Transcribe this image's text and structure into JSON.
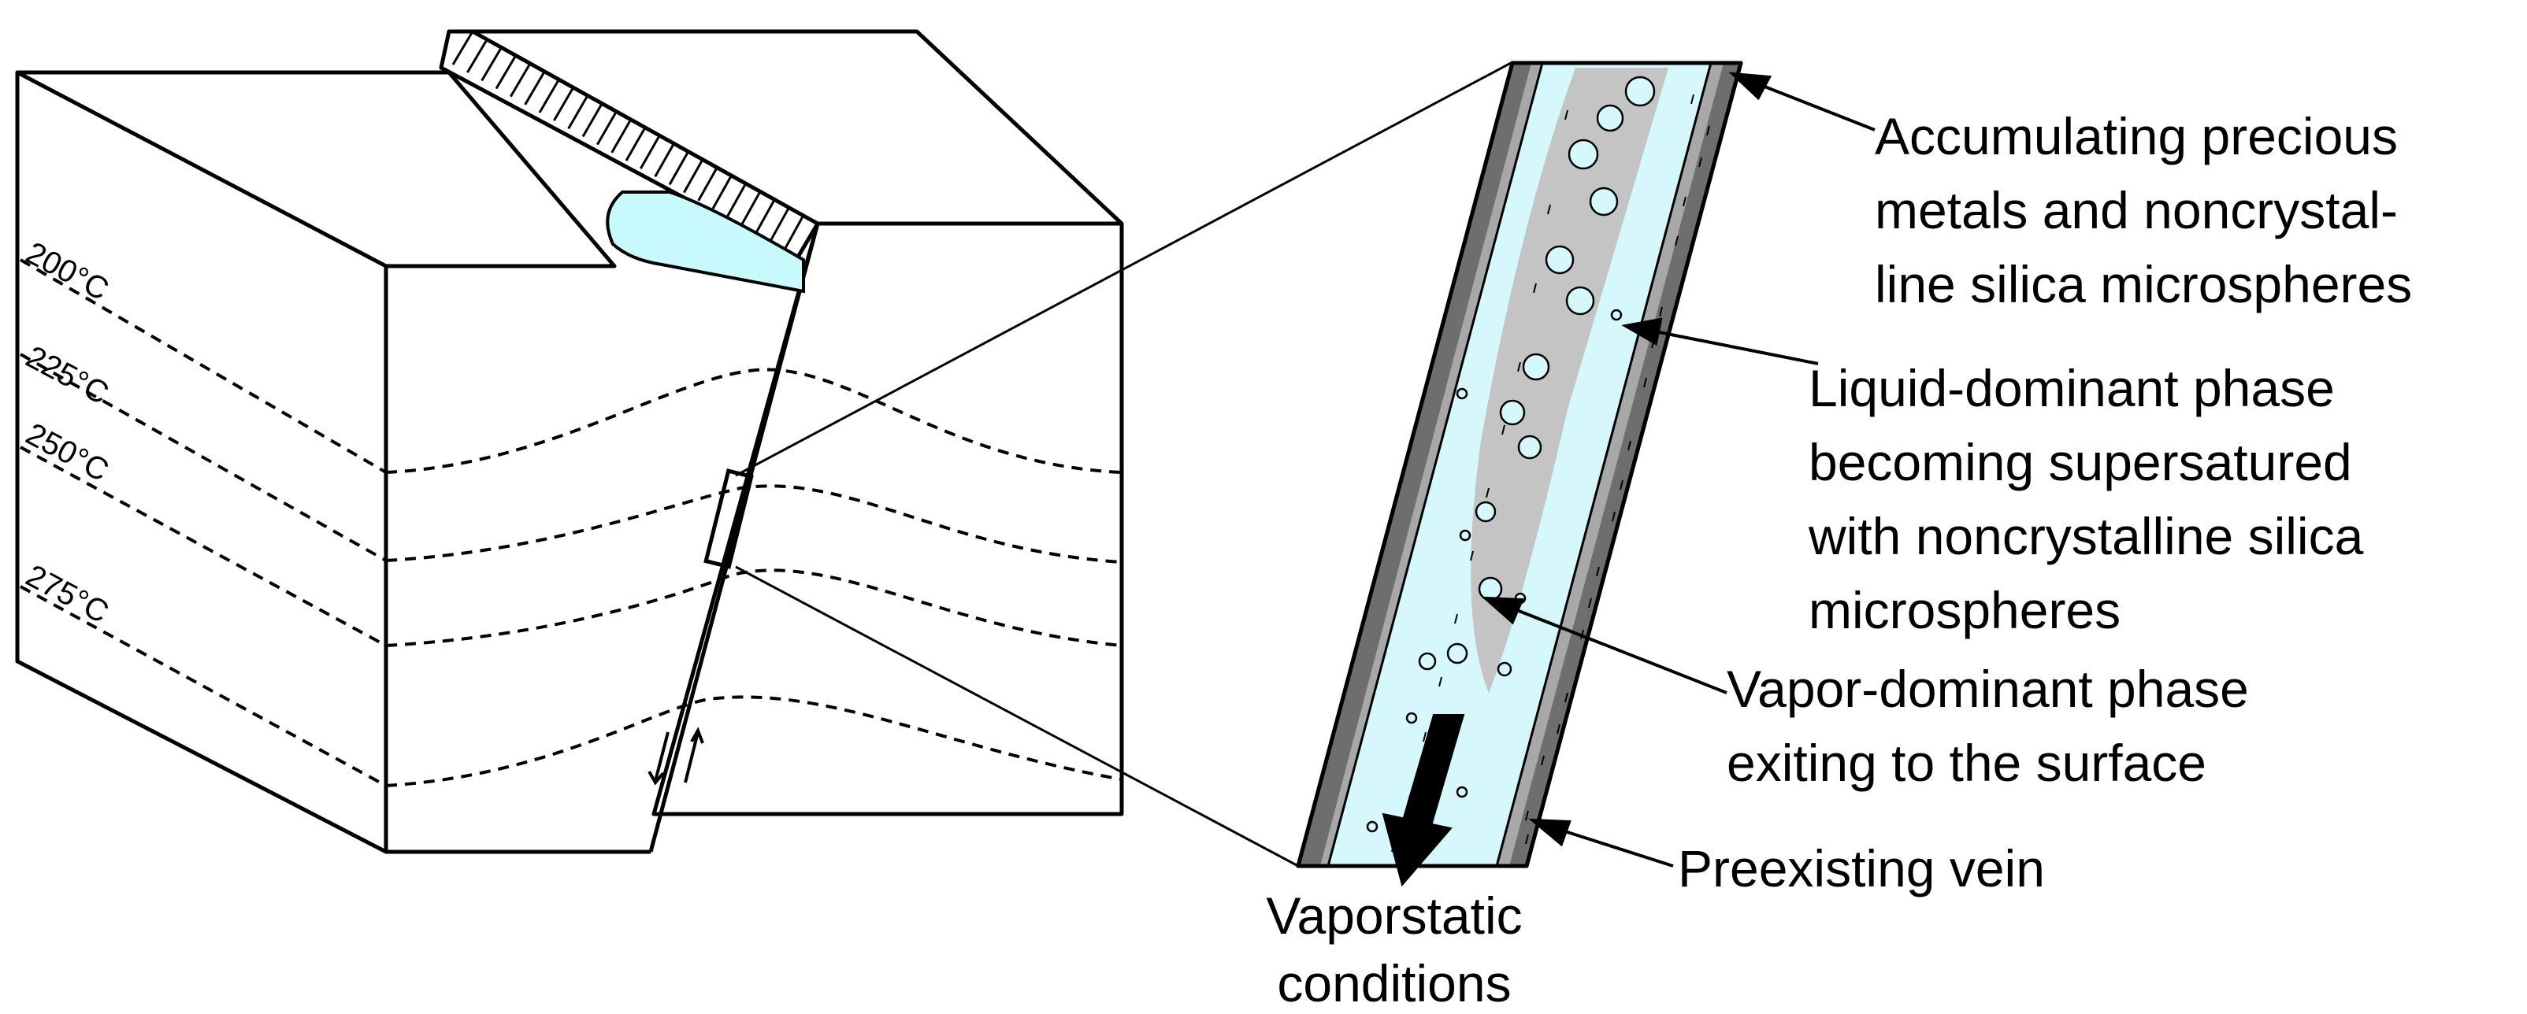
{
  "isotherms": [
    "200°C",
    "225°C",
    "250°C",
    "275°C"
  ],
  "callouts": {
    "accumulating": [
      "Accumulating precious",
      "metals and noncrystal-",
      "line silica microspheres"
    ],
    "liquid": [
      "Liquid-dominant phase",
      "becoming supersatured",
      "with noncrystalline silica",
      "microspheres"
    ],
    "vapor": [
      "Vapor-dominant phase",
      "exiting to the surface"
    ],
    "vein": [
      "Preexisting vein"
    ],
    "vaporstatic": [
      "Vaporstatic",
      "conditions"
    ]
  },
  "colors": {
    "fluid": "#d6f8fc",
    "lens": "#c8fafd",
    "vapor": "#c4c4c4",
    "wall_dark": "#6e6e6e",
    "wall_light": "#a8a8a8"
  }
}
